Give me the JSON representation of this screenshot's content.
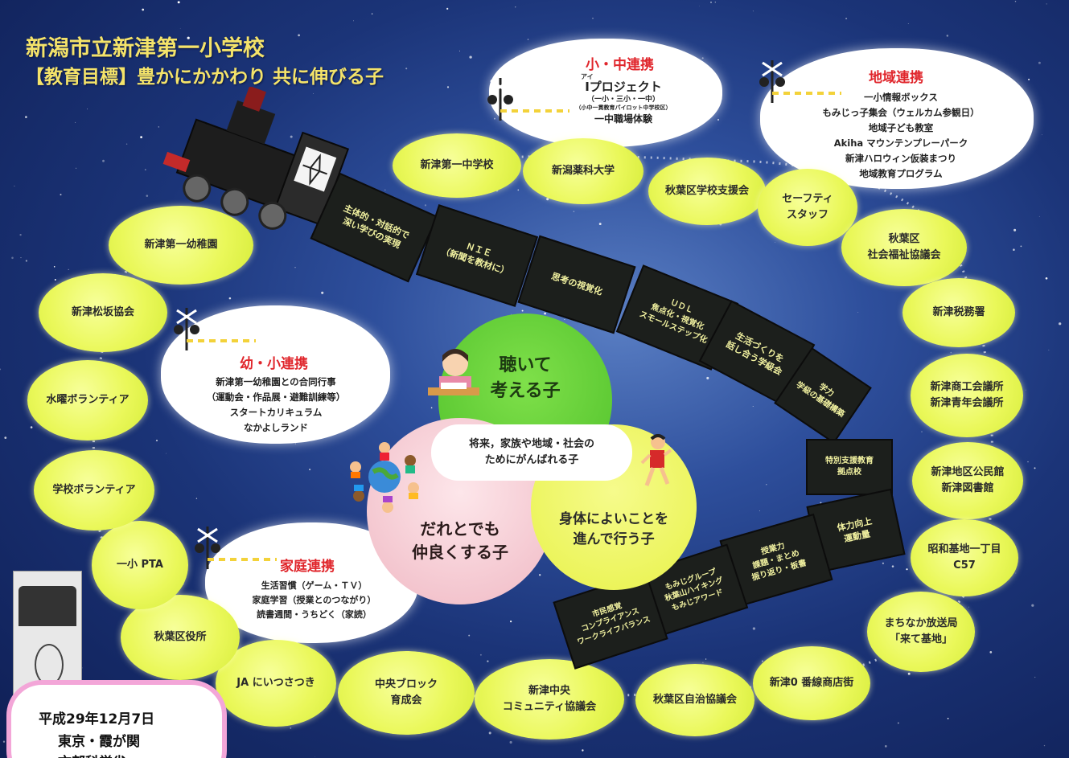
{
  "header": {
    "school_name": "新潟市立新津第一小学校",
    "goal": "【教育目標】豊かにかかわり 共に伸びる子"
  },
  "partners": [
    {
      "id": "shinshin-daiichi-chugakko",
      "label": "新津第一中学校"
    },
    {
      "id": "niigata-yakka",
      "label": "新潟薬科大学"
    },
    {
      "id": "akiha-gakko-shien",
      "label": "秋葉区学校支援会"
    },
    {
      "id": "safety-staff",
      "label": "セーフティ\nスタッフ"
    },
    {
      "id": "akiha-shakai-fukushi",
      "label": "秋葉区\n社会福祉協議会"
    },
    {
      "id": "niitsu-zeimusho",
      "label": "新津税務署"
    },
    {
      "id": "shoko-kaigisho",
      "label": "新津商工会議所\n新津青年会議所"
    },
    {
      "id": "kominkan",
      "label": "新津地区公民館\n新津図書館"
    },
    {
      "id": "c57",
      "label": "昭和基地一丁目\nC57"
    },
    {
      "id": "machinaka-hosokyoku",
      "label": "まちなか放送局\n「来て基地」"
    },
    {
      "id": "shotengai",
      "label": "新津0 番線商店街"
    },
    {
      "id": "akiha-jichi",
      "label": "秋葉区自治協議会"
    },
    {
      "id": "community-kyogikai",
      "label": "新津中央\nコミュニティ協議会"
    },
    {
      "id": "chuo-block",
      "label": "中央ブロック\n育成会"
    },
    {
      "id": "ja",
      "label": "JA にいつさつき"
    },
    {
      "id": "akiha-kuyakusho",
      "label": "秋葉区役所"
    },
    {
      "id": "pta",
      "label": "一小 PTA"
    },
    {
      "id": "gakko-volunteer",
      "label": "学校ボランティア"
    },
    {
      "id": "suiyo-volunteer",
      "label": "水曜ボランティア"
    },
    {
      "id": "matsusaka",
      "label": "新津松坂協会"
    },
    {
      "id": "yochien",
      "label": "新津第一幼稚園"
    }
  ],
  "clouds": {
    "shochu": {
      "title": "小・中連携",
      "ruby": "アイ",
      "items": [
        "Iプロジェクト",
        "（一小・三小・一中）",
        "（小中一貫教育パイロット中学校区）",
        "一中職場体験"
      ]
    },
    "chiiki": {
      "title": "地域連携",
      "items": [
        "一小情報ボックス",
        "もみじっ子集会（ウェルカム参観日）",
        "地域子ども教室",
        "Akiha マウンテンプレーパーク",
        "新津ハロウィン仮装まつり",
        "地域教育プログラム"
      ]
    },
    "yosho": {
      "title": "幼・小連携",
      "items": [
        "新津第一幼稚園との合同行事",
        "（運動会・作品展・避難訓練等）",
        "スタートカリキュラム",
        "なかよしランド"
      ]
    },
    "katei": {
      "title": "家庭連携",
      "items": [
        "生活習慣（ゲーム・ＴＶ）",
        "家庭学習（授業とのつながり）",
        "読書週間・うちどく（家読）"
      ]
    }
  },
  "train_cars": [
    {
      "id": "shutaiteki",
      "label": "主体的・対話的で\n深い学びの実現"
    },
    {
      "id": "nie",
      "label": "ＮＩＥ\n（新聞を教材に）"
    },
    {
      "id": "shiko",
      "label": "思考の視覚化"
    },
    {
      "id": "udl",
      "label": "ＵＤＬ\n焦点化・視覚化\nスモールステップ化"
    },
    {
      "id": "seikatsu",
      "label": "生活づくりを\n話し合う学級会"
    },
    {
      "id": "gakuryoku",
      "label": "学力\n学級の基礎構築"
    },
    {
      "id": "tokubetsu",
      "label": "特別支援教育\n拠点校"
    },
    {
      "id": "tairyoku",
      "label": "体力向上\n運動量"
    },
    {
      "id": "jugyoryoku",
      "label": "授業力\n課題・まとめ\n振り返り・板書"
    },
    {
      "id": "momiji",
      "label": "もみじグループ\n秋葉山ハイキング\nもみじアワード"
    },
    {
      "id": "shimin",
      "label": "市民感覚\nコンプライアンス\nワークライフバランス"
    }
  ],
  "core": {
    "kiite": "聴いて\n考える子",
    "center": "将来，家族や地域・社会の\nためにがんばれる子",
    "daredemo": "だれとでも\n仲良くする子",
    "karada": "身体によいことを\n進んで行う子"
  },
  "date_box": {
    "date": "平成29年12月7日",
    "place": "東京・霞が関",
    "org": "文部科学省"
  },
  "colors": {
    "bubble": "#eaf85a",
    "space_dark": "#0f1f55",
    "cloud_title_red": "#e0262c",
    "title_yellow": "#f4e36a",
    "core_green": "#5ccd2e",
    "core_pink": "#f3c8cf",
    "core_yellow": "#f0f560"
  },
  "icons": [
    "railroad-crossing-icon",
    "steam-locomotive",
    "reading-child-icon",
    "children-around-globe-icon",
    "running-child-icon",
    "c57-locomotive-photo"
  ]
}
